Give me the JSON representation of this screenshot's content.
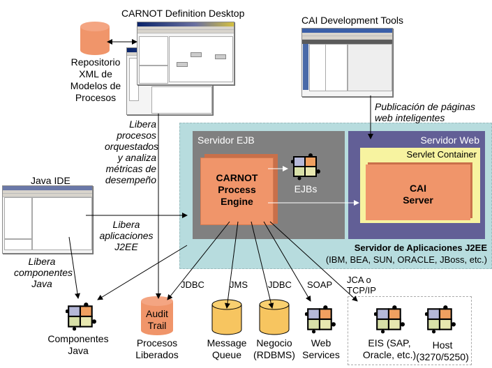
{
  "top": {
    "definition_desktop_label": "CARNOT Definition Desktop",
    "cai_tools_label": "CAI Development Tools",
    "repository_label": [
      "Repositorio",
      "XML de",
      "Modelos de",
      "Procesos"
    ],
    "java_ide_label": "Java IDE"
  },
  "annotations": {
    "libera_procesos": [
      "Libera",
      "procesos",
      "orquestados",
      "y analiza",
      "métricas de",
      "desempeño"
    ],
    "publicacion": [
      "Publicación de páginas",
      "web inteligentes"
    ],
    "libera_aplicaciones": [
      "Libera",
      "aplicaciones",
      "J2EE"
    ],
    "libera_componentes": [
      "Libera",
      "componentes",
      "Java"
    ]
  },
  "app_server": {
    "title": "Servidor de Aplicaciones J2EE",
    "vendors": "(IBM, BEA, SUN, ORACLE, JBoss, etc.)",
    "ejb_server": {
      "label": "Servidor EJB",
      "engine": [
        "CARNOT",
        "Process",
        "Engine"
      ],
      "ejbs_label": "EJBs"
    },
    "web_server": {
      "label": "Servidor Web",
      "servlet_container": "Servlet Container",
      "cai_server": [
        "CAI",
        "Server"
      ]
    }
  },
  "protocols": {
    "jdbc1": "JDBC",
    "jms": "JMS",
    "jdbc2": "JDBC",
    "soap": "SOAP",
    "jca": [
      "JCA o",
      "TCP/IP"
    ]
  },
  "bottom": {
    "componentes": [
      "Componentes",
      "Java"
    ],
    "audit_trail": [
      "Audit",
      "Trail"
    ],
    "procesos_liberados": [
      "Procesos",
      "Liberados"
    ],
    "message_queue": [
      "Message",
      "Queue"
    ],
    "negocio": [
      "Negocio",
      "(RDBMS)"
    ],
    "web_services": [
      "Web",
      "Services"
    ],
    "eis": [
      "EIS (SAP,",
      "Oracle, etc.)"
    ],
    "host": [
      "Host",
      "(3270/5250)"
    ]
  },
  "colors": {
    "orange": "#f0956a",
    "yellow_db": "#f7c560",
    "teal_bg": "#b7dcde",
    "ejb_gray": "#808080",
    "web_purple": "#625f96",
    "servlet_yellow": "#f7f3a0"
  }
}
